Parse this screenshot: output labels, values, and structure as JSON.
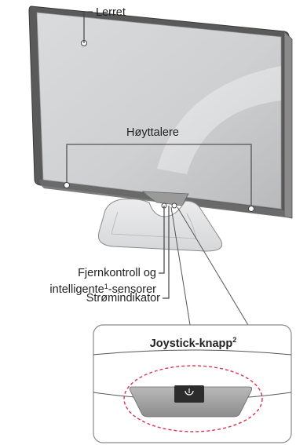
{
  "labels": {
    "screen": "Lerret",
    "speakers": "Høyttalere",
    "remote_sensor_line1": "Fjernkontroll og",
    "remote_sensor_line2_prefix": "intelligente",
    "remote_sensor_sup": "1",
    "remote_sensor_line2_suffix": "-sensorer",
    "power_indicator": "Strømindikator",
    "joystick": "Joystick-knapp",
    "joystick_sup": "2"
  },
  "colors": {
    "monitor_frame": "#6e6e6e",
    "screen_fill": "#d0d1d3",
    "stand_fill": "#e2e3e5",
    "dashed_highlight": "#d9344e",
    "joystick_button": "#2c2c2c"
  }
}
